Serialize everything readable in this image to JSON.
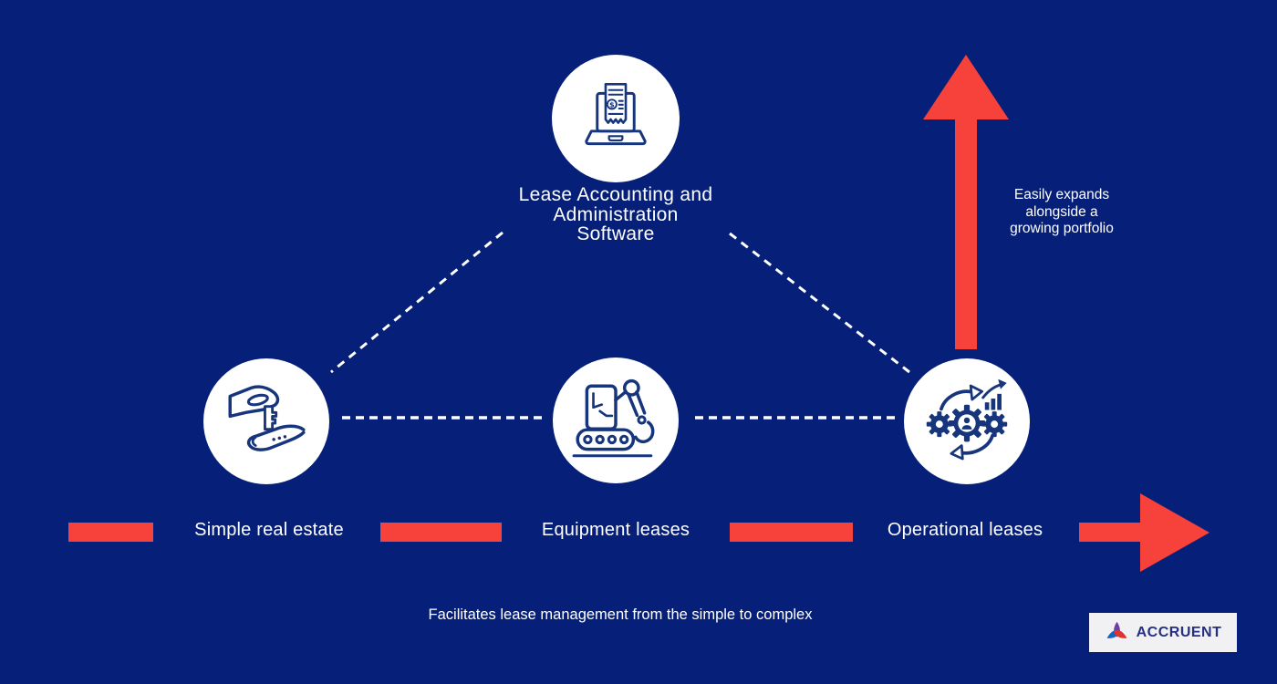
{
  "colors": {
    "background": "#06207A",
    "accent_red": "#F7413B",
    "icon_navy": "#16357D",
    "text_white": "#FFFFFF",
    "logo_card_bg": "#F1F0F2",
    "logo_text_navy": "#25317E",
    "logo_purple": "#6C3FA0",
    "logo_blue": "#1565C0",
    "logo_red": "#E23230"
  },
  "top_node": {
    "icon": "laptop-receipt-icon",
    "label_line1": "Lease Accounting and",
    "label_line2": "Administration",
    "label_line3": "Software"
  },
  "nodes": [
    {
      "icon": "hand-key-icon",
      "label": "Simple real estate"
    },
    {
      "icon": "equipment-robot-icon",
      "label": "Equipment leases"
    },
    {
      "icon": "gears-person-icon",
      "label": "Operational leases"
    }
  ],
  "growth_arrow": {
    "line1": "Easily expands",
    "line2": "alongside a",
    "line3": "growing portfolio"
  },
  "caption": "Facilitates lease management from the simple to complex",
  "logo": {
    "text": "ACCRUENT"
  },
  "icons": {
    "dollar_sign": "$"
  }
}
